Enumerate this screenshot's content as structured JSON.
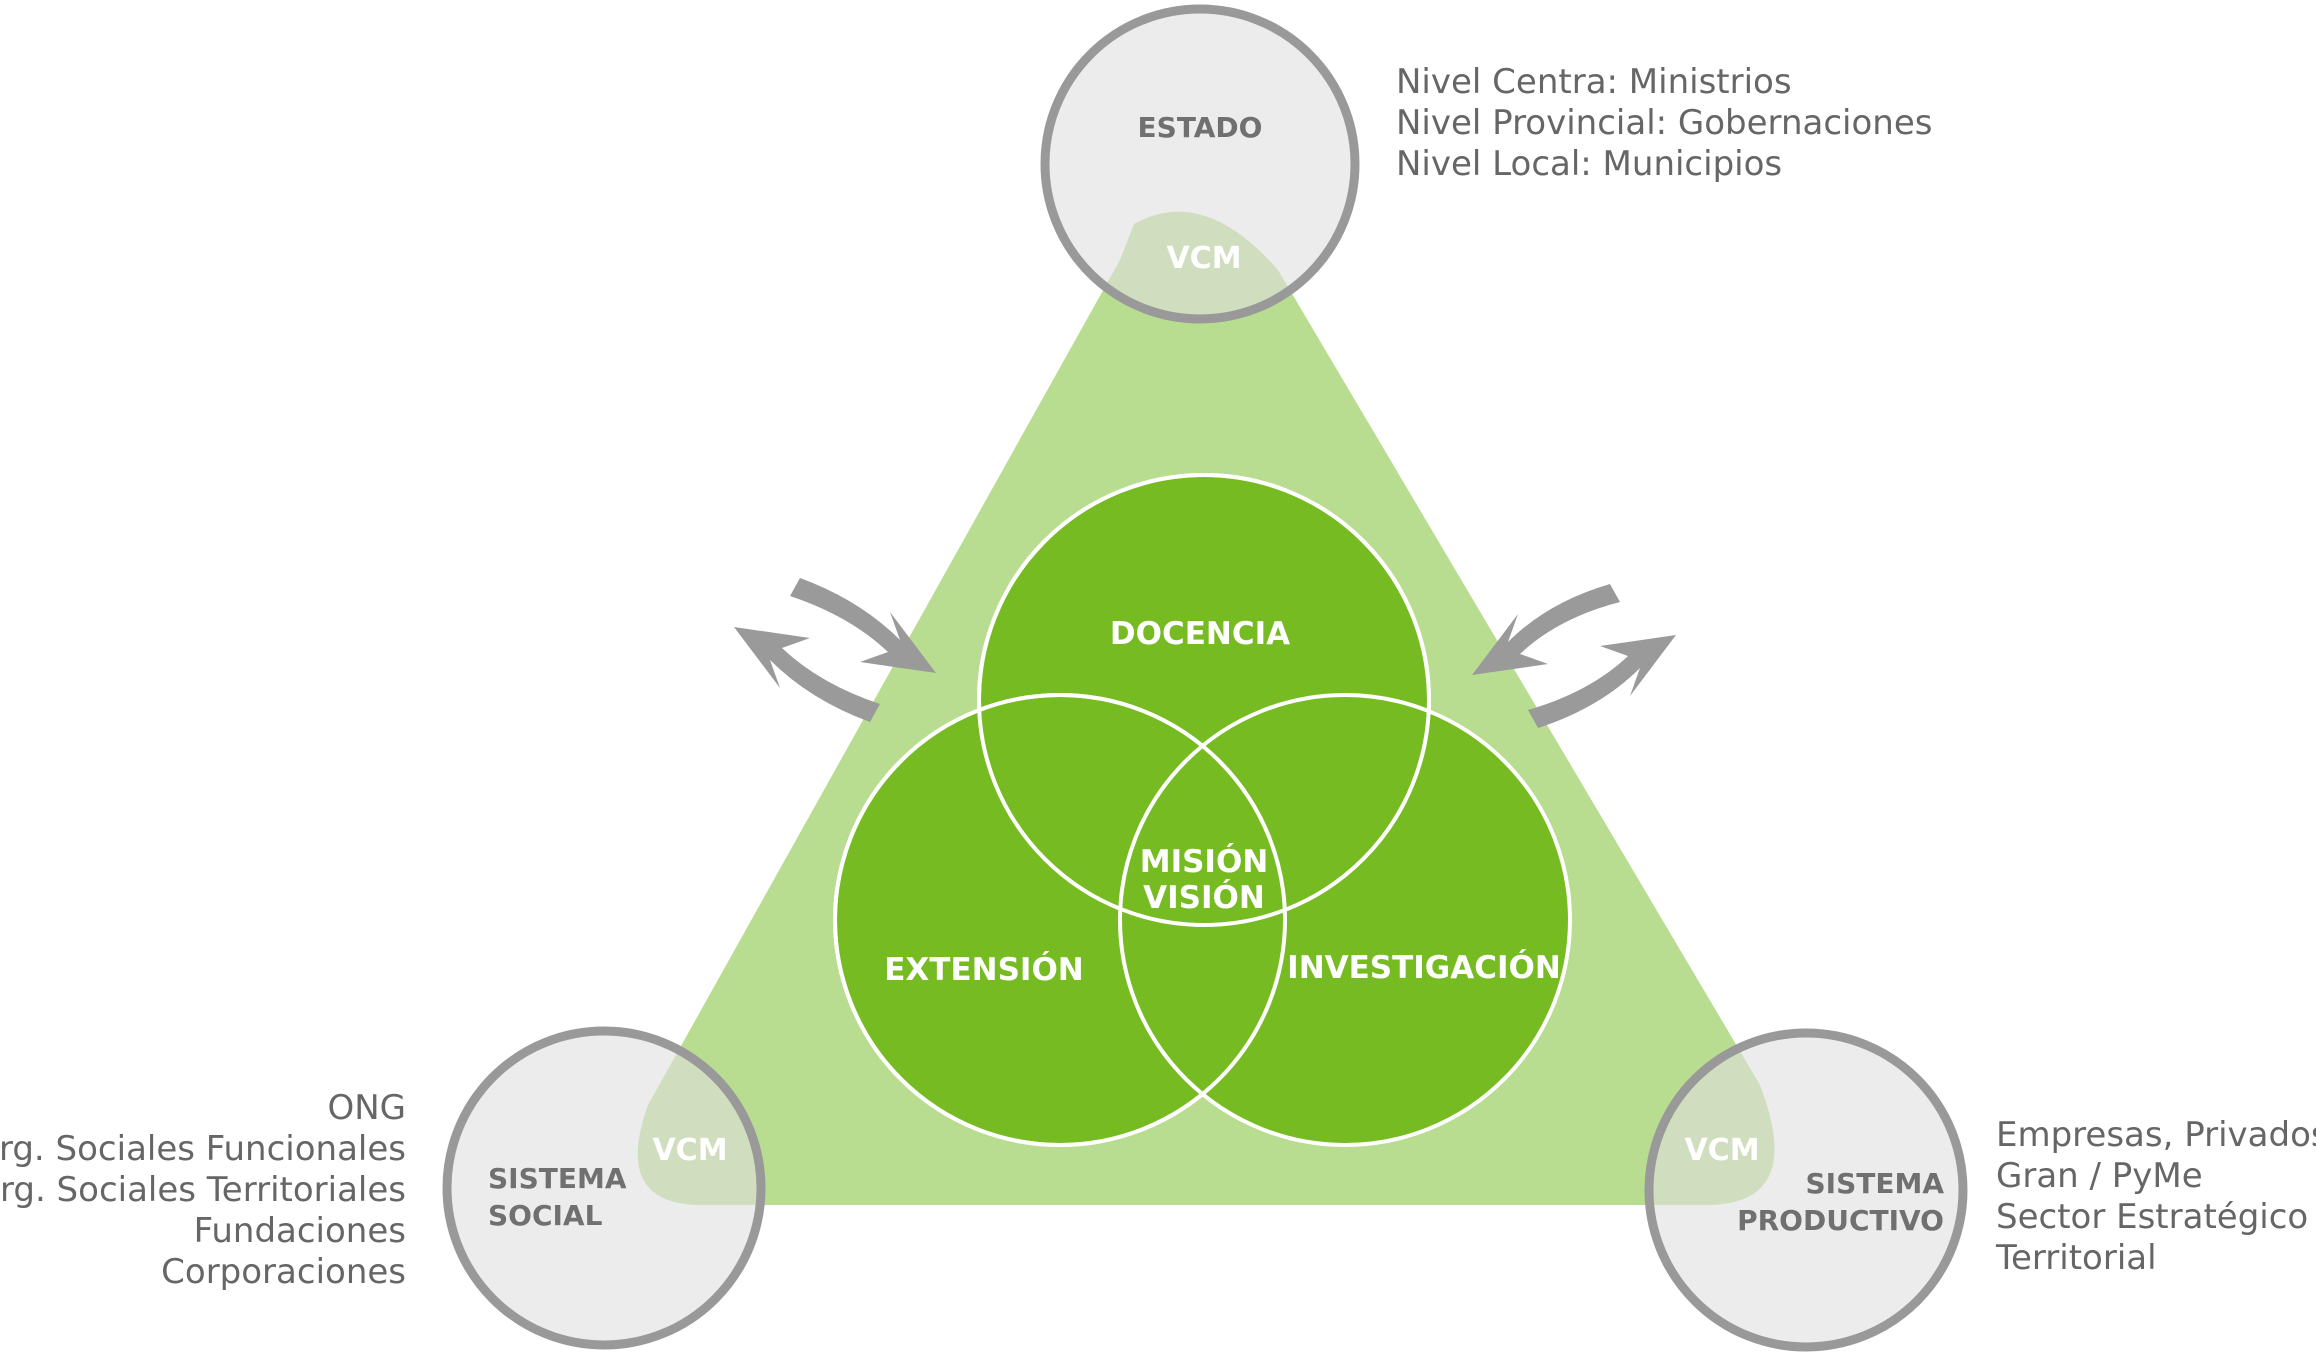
{
  "colors": {
    "triangle": "#b8dd90",
    "venn": "#77bb22",
    "venn_stroke": "#ffffff",
    "node_fill": "#ebebeb",
    "node_stroke": "#999999",
    "arrow": "#9a9a9a",
    "text_gray": "#666666"
  },
  "estado": {
    "label": "ESTADO",
    "vcm": "VCM",
    "desc": [
      "Nivel Centra: Ministrios",
      "Nivel Provincial: Gobernaciones",
      "Nivel Local: Municipios"
    ]
  },
  "social": {
    "label": [
      "SISTEMA",
      "SOCIAL"
    ],
    "vcm": "VCM",
    "desc": [
      "ONG",
      "Org. Sociales Funcionales",
      "Org. Sociales Territoriales",
      "Fundaciones",
      "Corporaciones"
    ]
  },
  "productivo": {
    "label": [
      "SISTEMA",
      "PRODUCTIVO"
    ],
    "vcm": "VCM",
    "desc": [
      "Empresas, Privados,",
      "Gran / PyMe",
      "Sector Estratégico",
      "Territorial"
    ]
  },
  "core": {
    "docencia": "DOCENCIA",
    "extension": "EXTENSIÓN",
    "investigacion": "INVESTIGACIÓN",
    "center": [
      "MISIÓN",
      "VISIÓN"
    ]
  },
  "icons": {
    "left_cycle": "refresh-arrows-icon",
    "right_cycle": "refresh-arrows-icon"
  }
}
